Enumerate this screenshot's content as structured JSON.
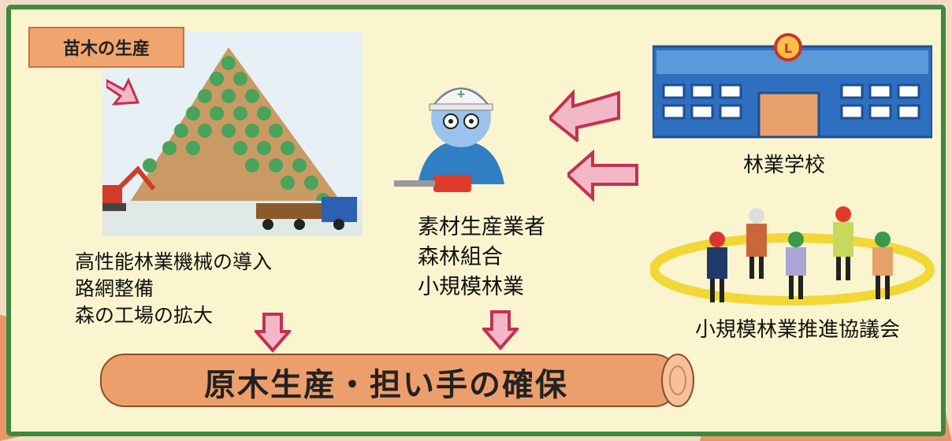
{
  "seedling_label": "苗木の生産",
  "left_items": [
    "高性能林業機械の導入",
    "路網整備",
    "森の工場の拡大"
  ],
  "center_items": [
    "素材生産業者",
    "森林組合",
    "小規模林業"
  ],
  "school_label": "林業学校",
  "council_label": "小規模林業推進協議会",
  "banner_text": "原木生産・担い手の確保",
  "colors": {
    "border": "#3c8a3c",
    "panel": "#fbf5cf",
    "arrow_fill": "#f3b8c8",
    "arrow_stroke": "#c43050",
    "log": "#ec9f6c"
  }
}
